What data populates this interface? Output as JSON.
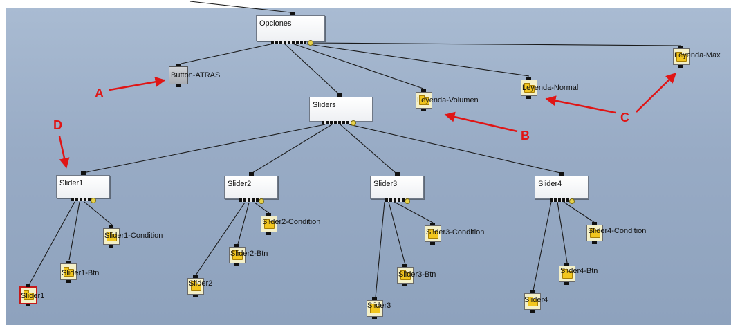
{
  "nodes": {
    "opciones": "Opciones",
    "sliders": "Sliders",
    "slider1": "Slider1",
    "slider2": "Slider2",
    "slider3": "Slider3",
    "slider4": "Slider4"
  },
  "leaves": {
    "button_atras": "Button-ATRAS",
    "leyenda_volumen": "Leyenda-Volumen",
    "leyenda_normal": "Leyenda-Normal",
    "leyenda_max": "Leyenda-Max",
    "slider1": "Slider1",
    "slider1_btn": "Slider1-Btn",
    "slider1_condition": "Slider1-Condition",
    "slider2": "Slider2",
    "slider2_btn": "Slider2-Btn",
    "slider2_condition": "Slider2-Condition",
    "slider3": "Slider3",
    "slider3_btn": "Slider3-Btn",
    "slider3_condition": "Slider3-Condition",
    "slider4": "Slider4",
    "slider4_btn": "Slider4-Btn",
    "slider4_condition": "Slider4-Condition"
  },
  "callouts": {
    "a": "A",
    "b": "B",
    "c": "C",
    "d": "D"
  },
  "colors": {
    "callout": "#e01515",
    "background": "#9fb2cb",
    "edge": "#1a1a1a",
    "folder": "#f2c61e"
  }
}
